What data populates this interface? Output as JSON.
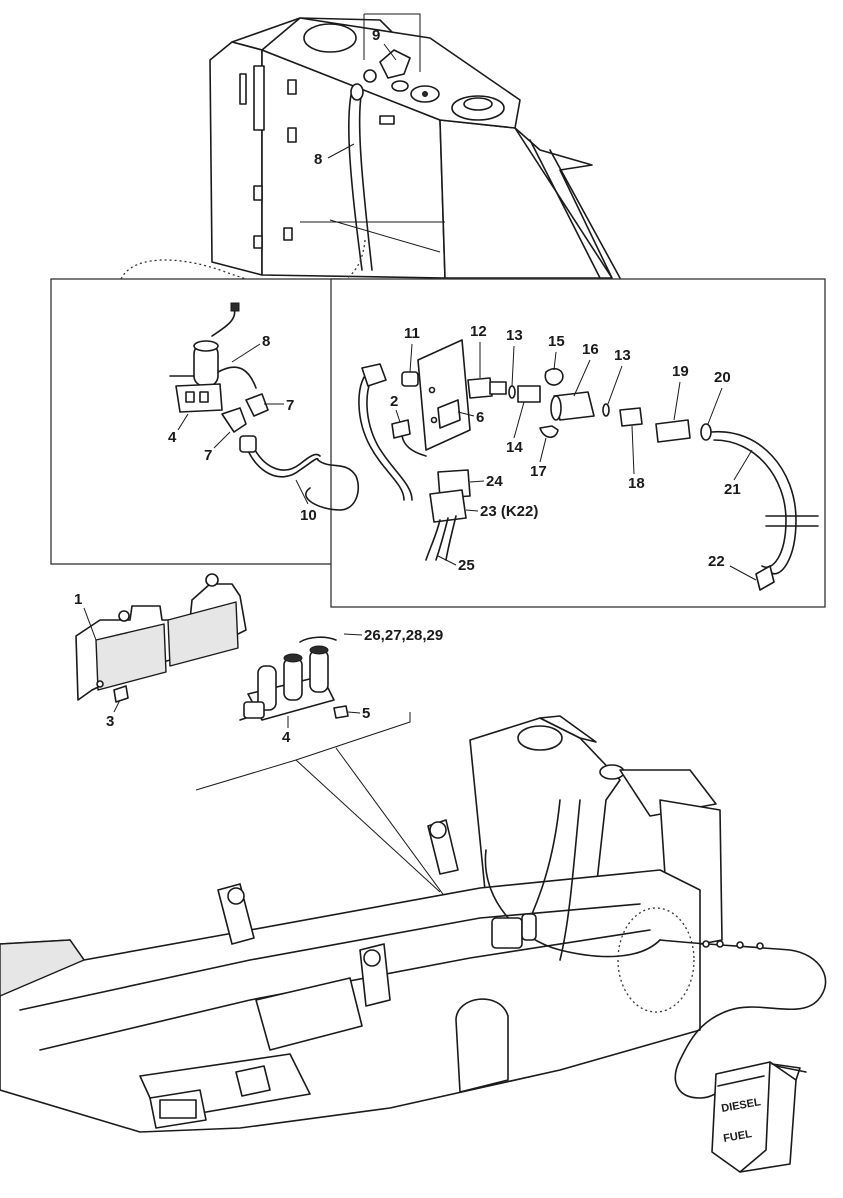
{
  "diagram": {
    "callouts": {
      "c1": "1",
      "c2": "2",
      "c3": "3",
      "c4a": "4",
      "c4b": "4",
      "c5": "5",
      "c6": "6",
      "c7a": "7",
      "c7b": "7",
      "c8a": "8",
      "c8b": "8",
      "c9": "9",
      "c10": "10",
      "c11": "11",
      "c12": "12",
      "c13a": "13",
      "c13b": "13",
      "c14": "14",
      "c15": "15",
      "c16": "16",
      "c17": "17",
      "c18": "18",
      "c19": "19",
      "c20": "20",
      "c21": "21",
      "c22": "22",
      "c23": "23 (K22)",
      "c24": "24",
      "c25": "25",
      "c26": "26,27,28,29"
    },
    "container_labels": {
      "diesel": "DIESEL",
      "fuel": "FUEL"
    }
  }
}
